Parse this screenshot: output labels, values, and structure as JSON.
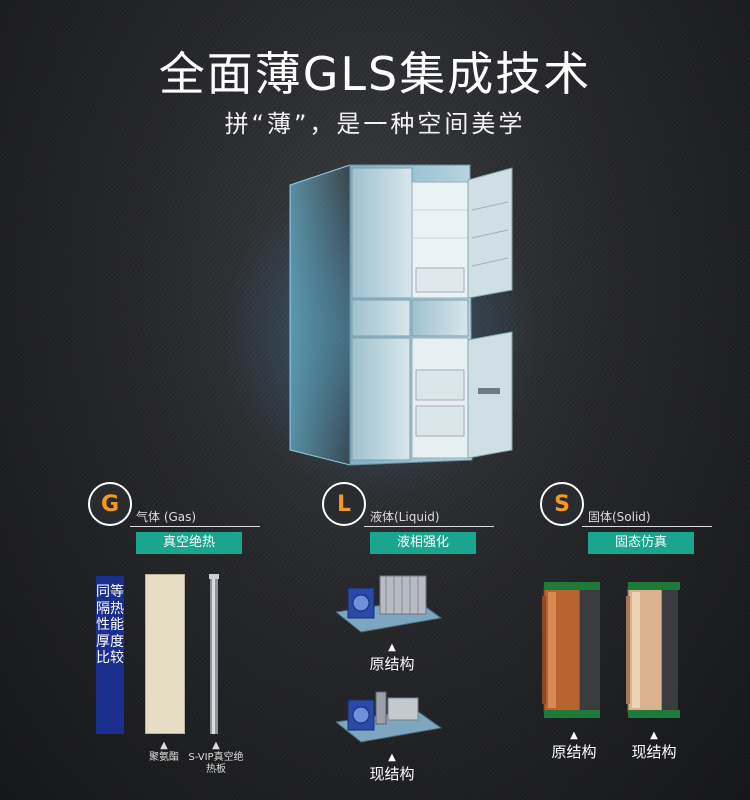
{
  "header": {
    "title": "全面薄GLS集成技术",
    "subtitle": "拼“薄”，是一种空间美学"
  },
  "badges": [
    {
      "letter": "G",
      "phase": "气体 (Gas)",
      "tag": "真空绝热"
    },
    {
      "letter": "L",
      "phase": "液体(Liquid)",
      "tag": "液相强化"
    },
    {
      "letter": "S",
      "phase": "固体(Solid)",
      "tag": "固态仿真"
    }
  ],
  "gas": {
    "vertical_label": "同等隔热性能厚度比较",
    "caption_left": "聚氨酯",
    "caption_right": "S-VIP真空绝热板"
  },
  "liquid": {
    "caption_original": "原结构",
    "caption_current": "现结构"
  },
  "solid": {
    "caption_original": "原结构",
    "caption_current": "现结构"
  },
  "colors": {
    "accent_teal": "#1aa58f",
    "badge_orange": "#f39a1e",
    "label_blue": "#1a2e8e"
  }
}
